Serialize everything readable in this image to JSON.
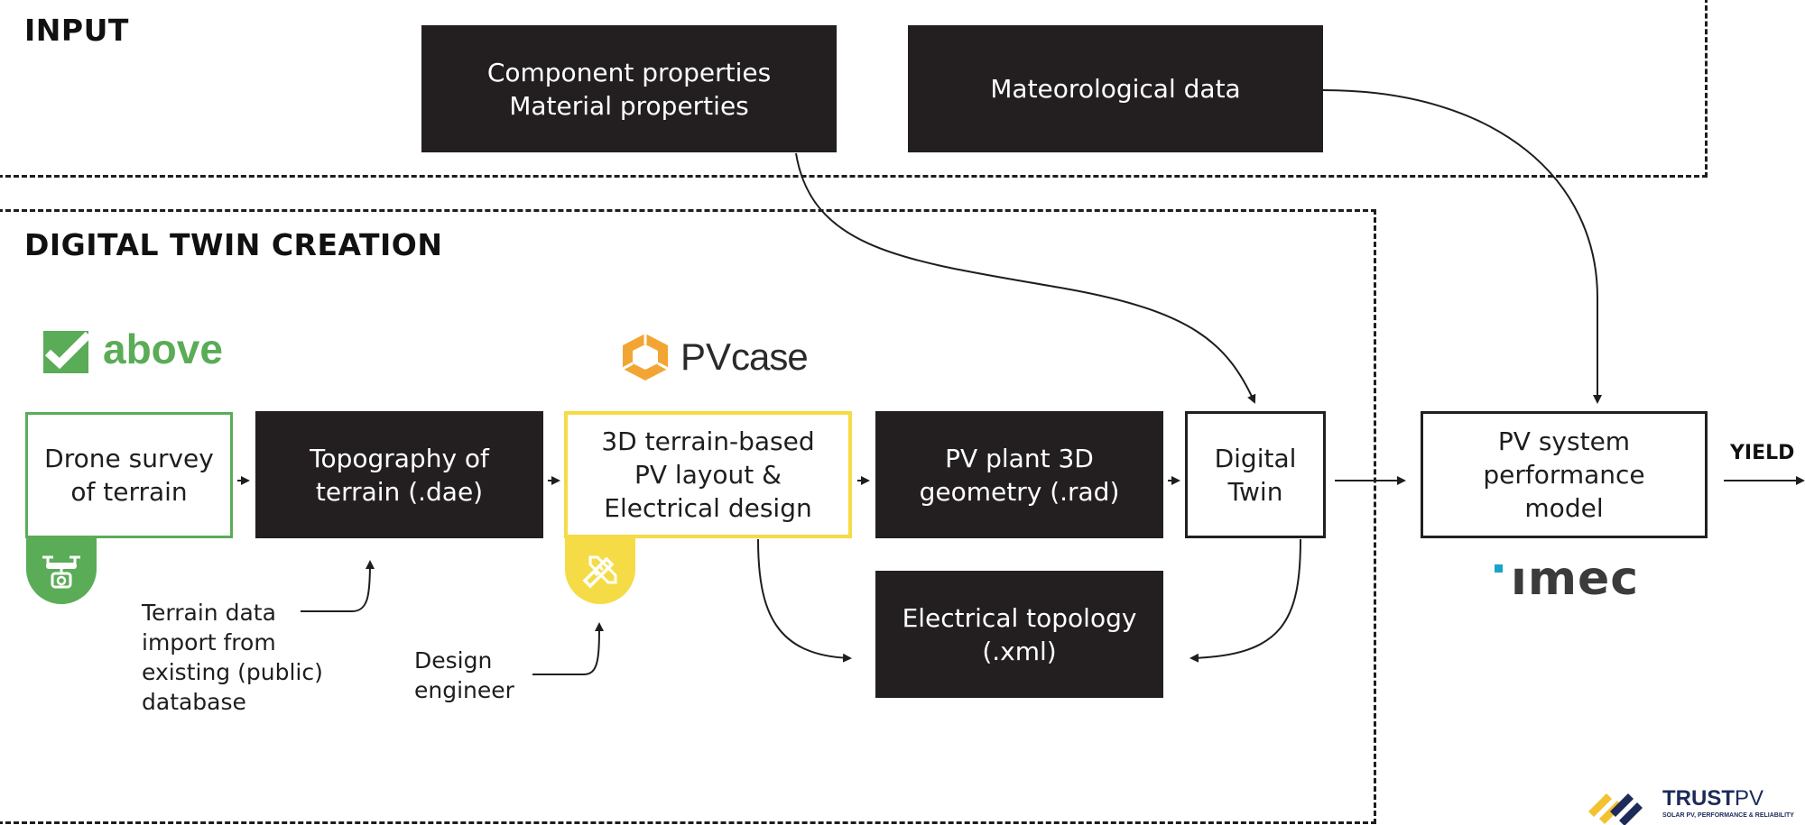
{
  "regions": {
    "input": {
      "title": "INPUT"
    },
    "digital_twin": {
      "title": "DIGITAL TWIN CREATION"
    }
  },
  "inputs": {
    "component_box": {
      "line1": "Component properties",
      "line2": "Material properties"
    },
    "meteo_box": {
      "label": "Mateorological data"
    }
  },
  "process": [
    {
      "id": "drone",
      "line1": "Drone survey",
      "line2": "of terrain"
    },
    {
      "id": "topography",
      "line1": "Topography of",
      "line2": "terrain (.dae)"
    },
    {
      "id": "layout",
      "line1": "3D terrain-based",
      "line2": "PV layout &",
      "line3": "Electrical design"
    },
    {
      "id": "geometry",
      "line1": "PV plant 3D",
      "line2": "geometry (.rad)"
    },
    {
      "id": "twin",
      "line1": "Digital",
      "line2": "Twin"
    }
  ],
  "electrical_topology": {
    "line1": "Electrical topology",
    "line2": "(.xml)"
  },
  "performance_model": {
    "line1": "PV system",
    "line2": "performance",
    "line3": "model"
  },
  "notes": {
    "terrain_import": [
      "Terrain data",
      "import from",
      "existing (public)",
      "database"
    ],
    "design_engineer": [
      "Design",
      "engineer"
    ]
  },
  "output_label": "YIELD",
  "logos": {
    "above": "above",
    "pvcase_pv": "PV",
    "pvcase_case": "case",
    "imec": "ımec",
    "trustpv_trust": "TRUST",
    "trustpv_pv": "PV",
    "trustpv_tagline": "SOLAR PV, PERFORMANCE & RELIABILITY"
  },
  "icons": {
    "drone_tab": "drone-camera-icon",
    "design_tab": "pencil-ruler-icon"
  },
  "colors": {
    "dark_box": "#231f20",
    "above_green": "#5aac57",
    "pvcase_yellow": "#f5db46",
    "pvcase_orange": "#f3a533",
    "imec_teal": "#1aa3c8",
    "trustpv_navy": "#1c2b5a",
    "trustpv_gold": "#f2c230"
  }
}
